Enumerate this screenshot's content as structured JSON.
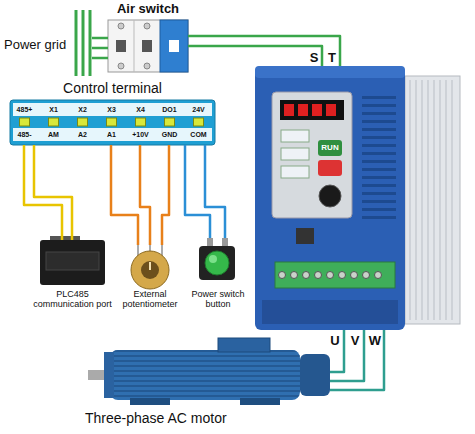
{
  "diagram": {
    "nodes": [
      {
        "text": [
          "Power grid"
        ]
      },
      {
        "text": [
          "Air switch"
        ]
      },
      {
        "text": [
          "Control terminal"
        ]
      },
      {
        "text": [
          "RUN"
        ]
      },
      {
        "text": [
          "PLC485 communication port"
        ]
      },
      {
        "text": [
          "External potentiometer"
        ]
      },
      {
        "text": [
          "Power switch button"
        ]
      },
      {
        "text": [
          "Three-phase AC motor"
        ]
      }
    ],
    "edges": [
      {
        "from": 0,
        "to": 1,
        "arrow": "none"
      },
      {
        "from": 1,
        "to": 3,
        "arrow": "none"
      },
      {
        "from": 2,
        "to": 4,
        "arrow": "none"
      },
      {
        "from": 2,
        "to": 5,
        "arrow": "none"
      },
      {
        "from": 2,
        "to": 6,
        "arrow": "none"
      },
      {
        "from": 3,
        "to": 7,
        "arrow": "none"
      }
    ],
    "labels": [
      "S",
      "T",
      "485+",
      "X1",
      "X2",
      "X3",
      "X4",
      "DO1",
      "24V",
      "485-",
      "AM",
      "A2",
      "A1",
      "+10V",
      "GND",
      "COM",
      "U",
      "V",
      "W"
    ]
  }
}
